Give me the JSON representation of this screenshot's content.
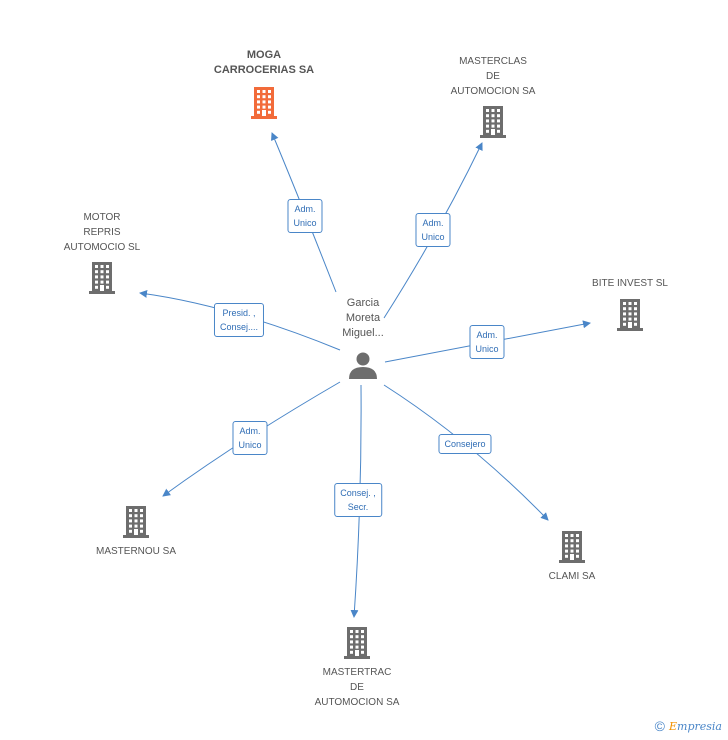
{
  "person": {
    "name_lines": [
      "Garcia",
      "Moreta",
      "Miguel..."
    ]
  },
  "companies": [
    {
      "id": "moga",
      "lines": [
        "MOGA",
        "CARROCERIAS SA"
      ],
      "main": true
    },
    {
      "id": "masterclas",
      "lines": [
        "MASTERCLAS",
        "DE",
        "AUTOMOCION SA"
      ]
    },
    {
      "id": "motor",
      "lines": [
        "MOTOR",
        "REPRIS",
        "AUTOMOCIO SL"
      ]
    },
    {
      "id": "bite",
      "lines": [
        "BITE INVEST SL"
      ]
    },
    {
      "id": "masternou",
      "lines": [
        "MASTERNOU SA"
      ]
    },
    {
      "id": "mastertrac",
      "lines": [
        "MASTERTRAC",
        "DE",
        "AUTOMOCION SA"
      ]
    },
    {
      "id": "clami",
      "lines": [
        "CLAMI SA"
      ]
    }
  ],
  "relations": [
    {
      "to": "moga",
      "label": [
        "Adm.",
        "Unico"
      ]
    },
    {
      "to": "masterclas",
      "label": [
        "Adm.",
        "Unico"
      ]
    },
    {
      "to": "motor",
      "label": [
        "Presid. ,",
        "Consej...."
      ]
    },
    {
      "to": "bite",
      "label": [
        "Adm.",
        "Unico"
      ]
    },
    {
      "to": "masternou",
      "label": [
        "Adm.",
        "Unico"
      ]
    },
    {
      "to": "mastertrac",
      "label": [
        "Consej. ,",
        "Secr."
      ]
    },
    {
      "to": "clami",
      "label": [
        "Consejero"
      ]
    }
  ],
  "colors": {
    "edge": "#4a86c8",
    "building": "#6d6d6d",
    "building_main": "#f26b3a",
    "person": "#6d6d6d"
  },
  "footer": {
    "copyright": "©",
    "brand_initial": "E",
    "brand_rest": "mpresia"
  }
}
